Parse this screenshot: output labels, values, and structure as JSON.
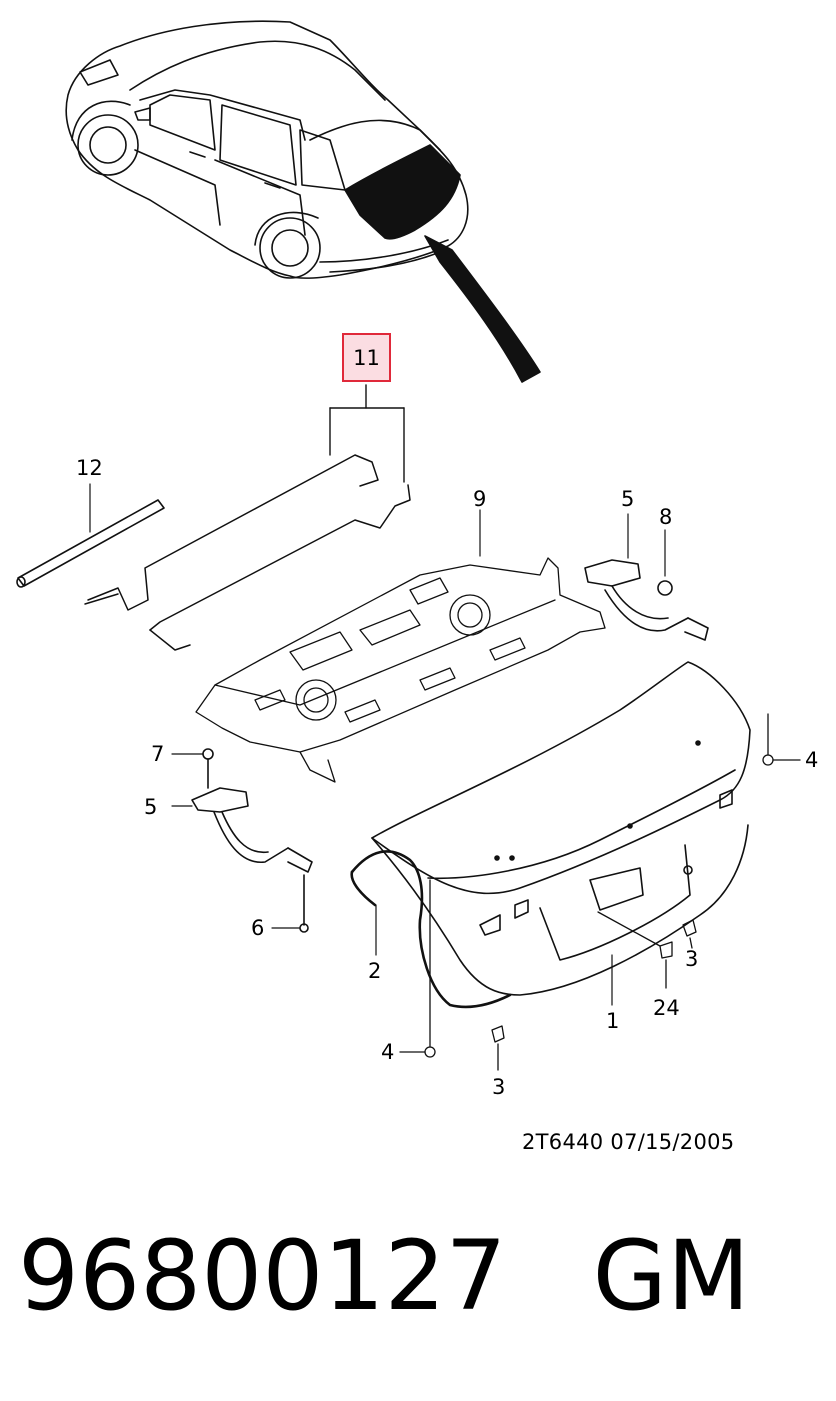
{
  "diagram": {
    "highlighted_callout": "11",
    "callouts": {
      "c1": "1",
      "c2": "2",
      "c3a": "3",
      "c3b": "3",
      "c4a": "4",
      "c4b": "4",
      "c5a": "5",
      "c5b": "5",
      "c6": "6",
      "c7": "7",
      "c8": "8",
      "c9": "9",
      "c11": "11",
      "c12": "12",
      "c24": "24"
    },
    "doc_code": "2T6440  07/15/2005",
    "highlight_color": "#e0293a",
    "highlight_fill": "#fbdde2"
  },
  "footer": {
    "part_number": "96800127",
    "brand": "GM"
  }
}
